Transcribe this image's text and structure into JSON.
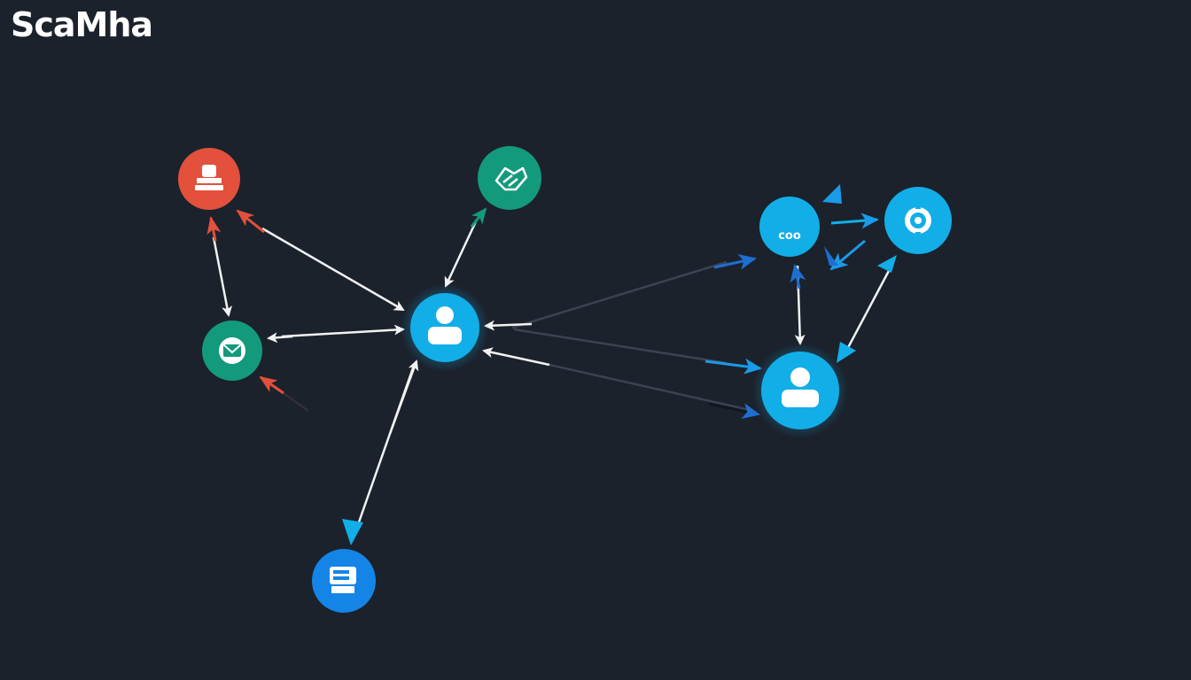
{
  "brand": {
    "title": "ScaMha"
  },
  "colors": {
    "background": "#1b222c",
    "red": "#e3503c",
    "teal": "#139a7c",
    "cyan": "#12aee8",
    "blue": "#1485e6",
    "edge_white": "#f2f2f2",
    "edge_dark": "#3c4350"
  },
  "nodes": [
    {
      "id": "red-hub",
      "kind": "red",
      "icon": "stamp-icon"
    },
    {
      "id": "teal-top",
      "kind": "teal",
      "icon": "handshake-icon"
    },
    {
      "id": "teal-left",
      "kind": "teal",
      "icon": "envelope-icon"
    },
    {
      "id": "center-user",
      "kind": "cyan",
      "icon": "user-icon"
    },
    {
      "id": "bottom-blue",
      "kind": "blue",
      "icon": "printer-icon"
    },
    {
      "id": "right-small",
      "kind": "cyan",
      "icon": "link-icon",
      "label": "ᴄᴏᴏ"
    },
    {
      "id": "right-gear",
      "kind": "cyan",
      "icon": "gear-icon"
    },
    {
      "id": "right-user",
      "kind": "cyan",
      "icon": "user-icon"
    }
  ]
}
